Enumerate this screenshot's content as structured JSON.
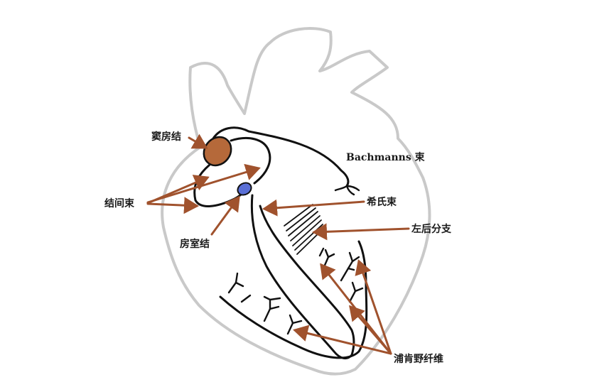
{
  "colors": {
    "arrow": "#a0522d",
    "sa_node": "#b5693a",
    "av_node": "#5a6fd6",
    "outline": "#c9c9c9",
    "conduction": "#111111"
  },
  "labels": {
    "sa_node": "窦房结",
    "internodal_tracts": "结间束",
    "av_node": "房室结",
    "bachmann_bundle": "Bachmanns 束",
    "his_bundle": "希氏束",
    "left_posterior_fascicle": "左后分支",
    "purkinje_fibers": "浦肯野纤维"
  }
}
